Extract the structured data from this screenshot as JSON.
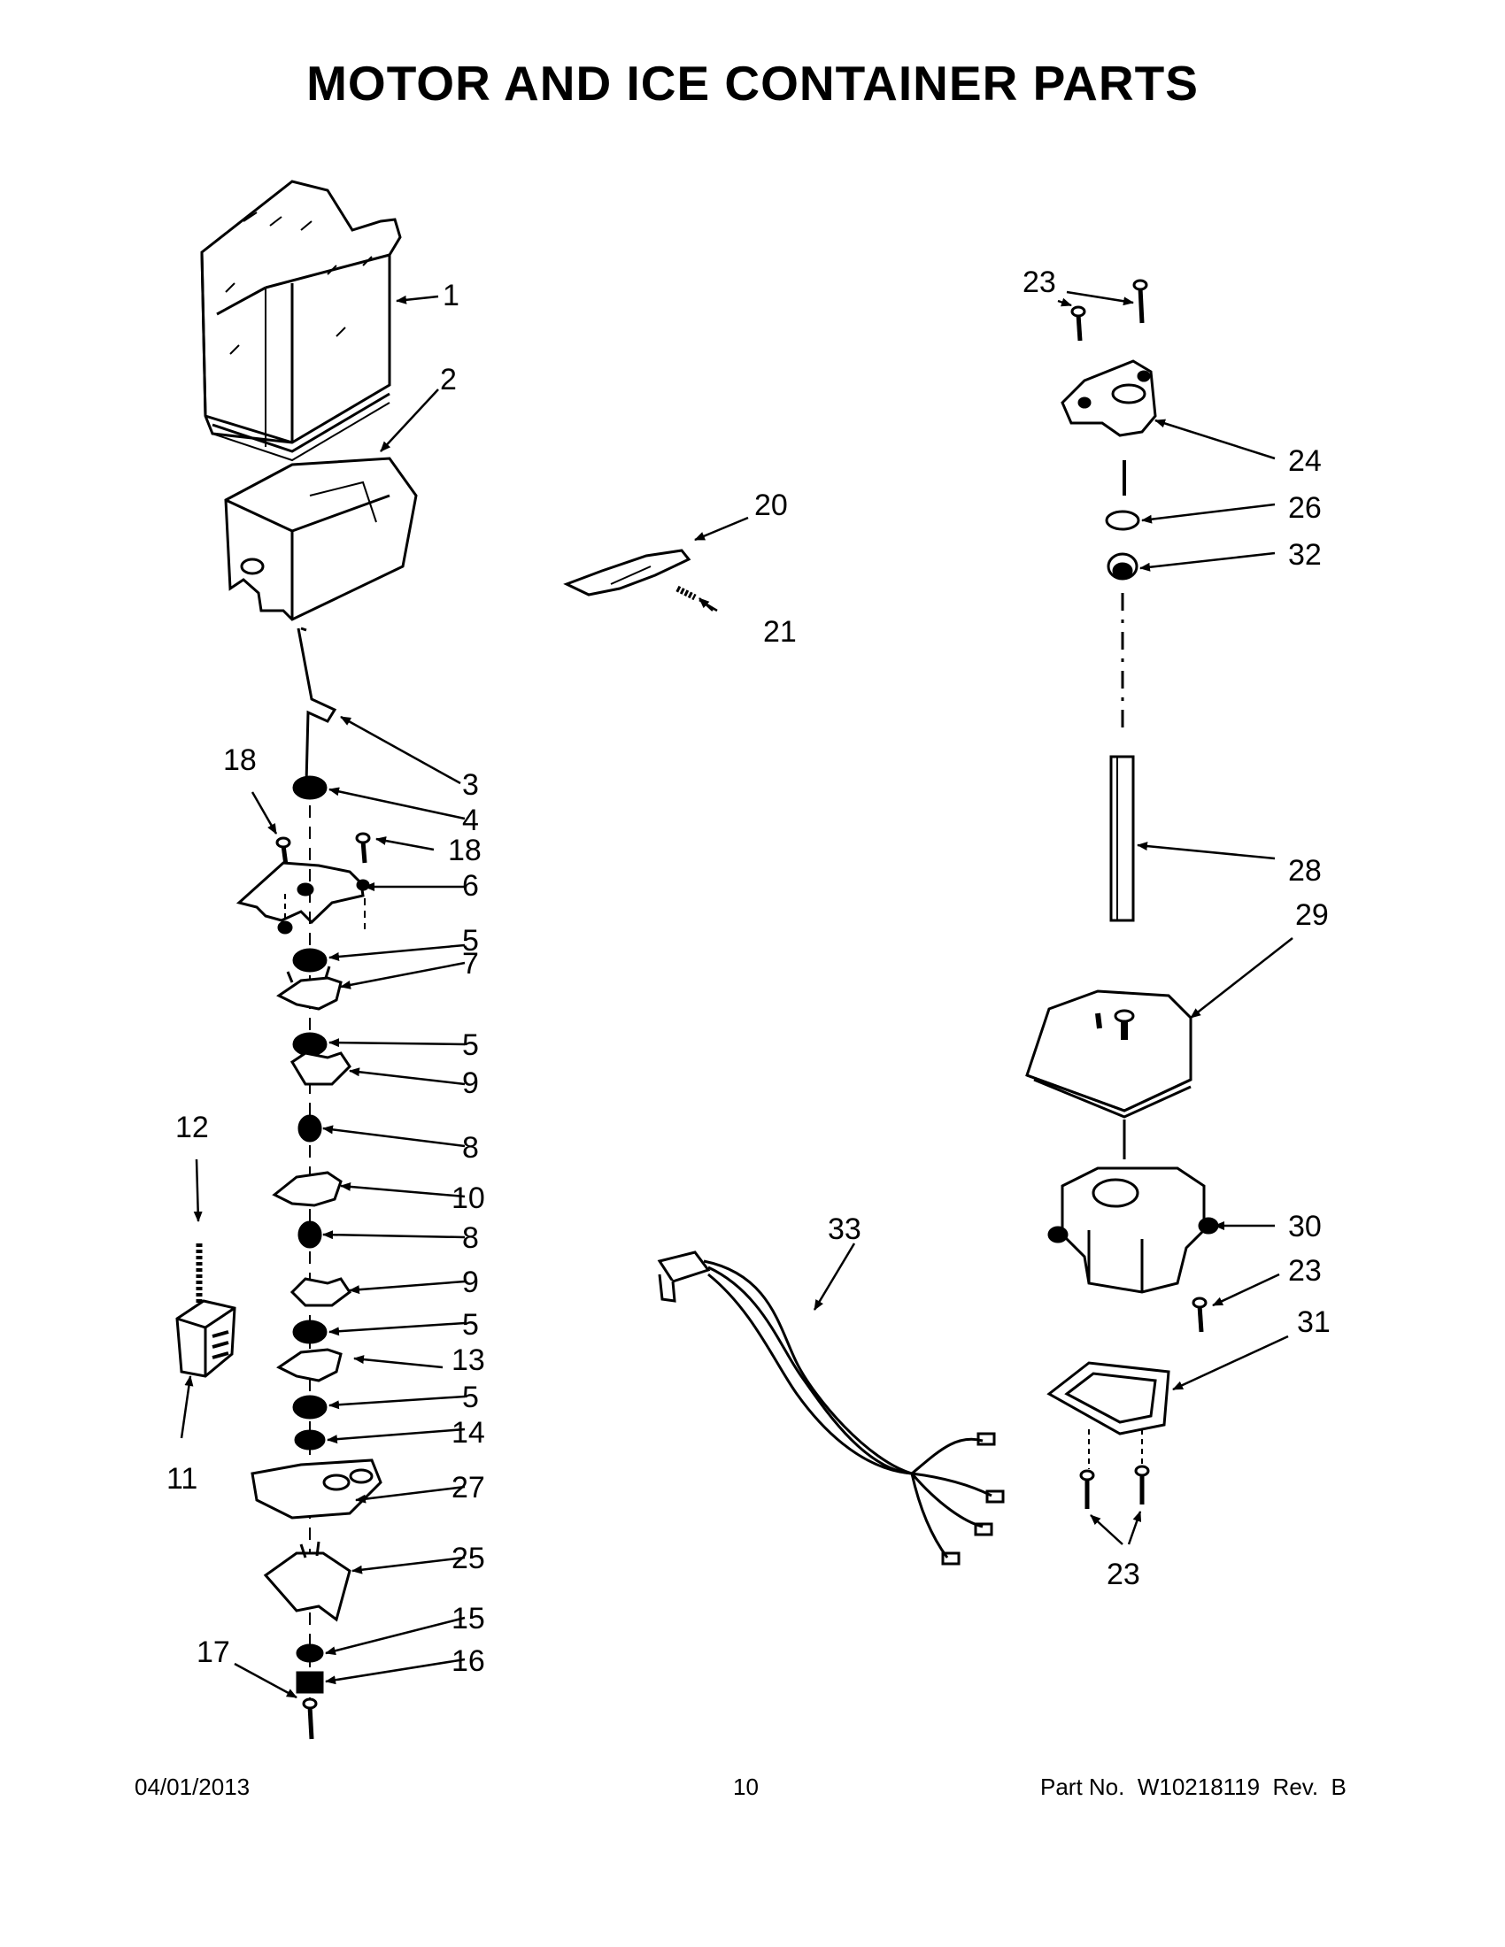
{
  "title": "MOTOR AND ICE CONTAINER PARTS",
  "callouts": [
    "1",
    "2",
    "3",
    "4",
    "5",
    "6",
    "7",
    "8",
    "9",
    "10",
    "11",
    "12",
    "13",
    "14",
    "15",
    "16",
    "17",
    "18",
    "20",
    "21",
    "23",
    "24",
    "25",
    "26",
    "27",
    "28",
    "29",
    "30",
    "31",
    "32",
    "33"
  ],
  "footer": {
    "date": "04/01/2013",
    "page": "10",
    "part_no": "Part No.  W10218119  Rev.  B"
  }
}
